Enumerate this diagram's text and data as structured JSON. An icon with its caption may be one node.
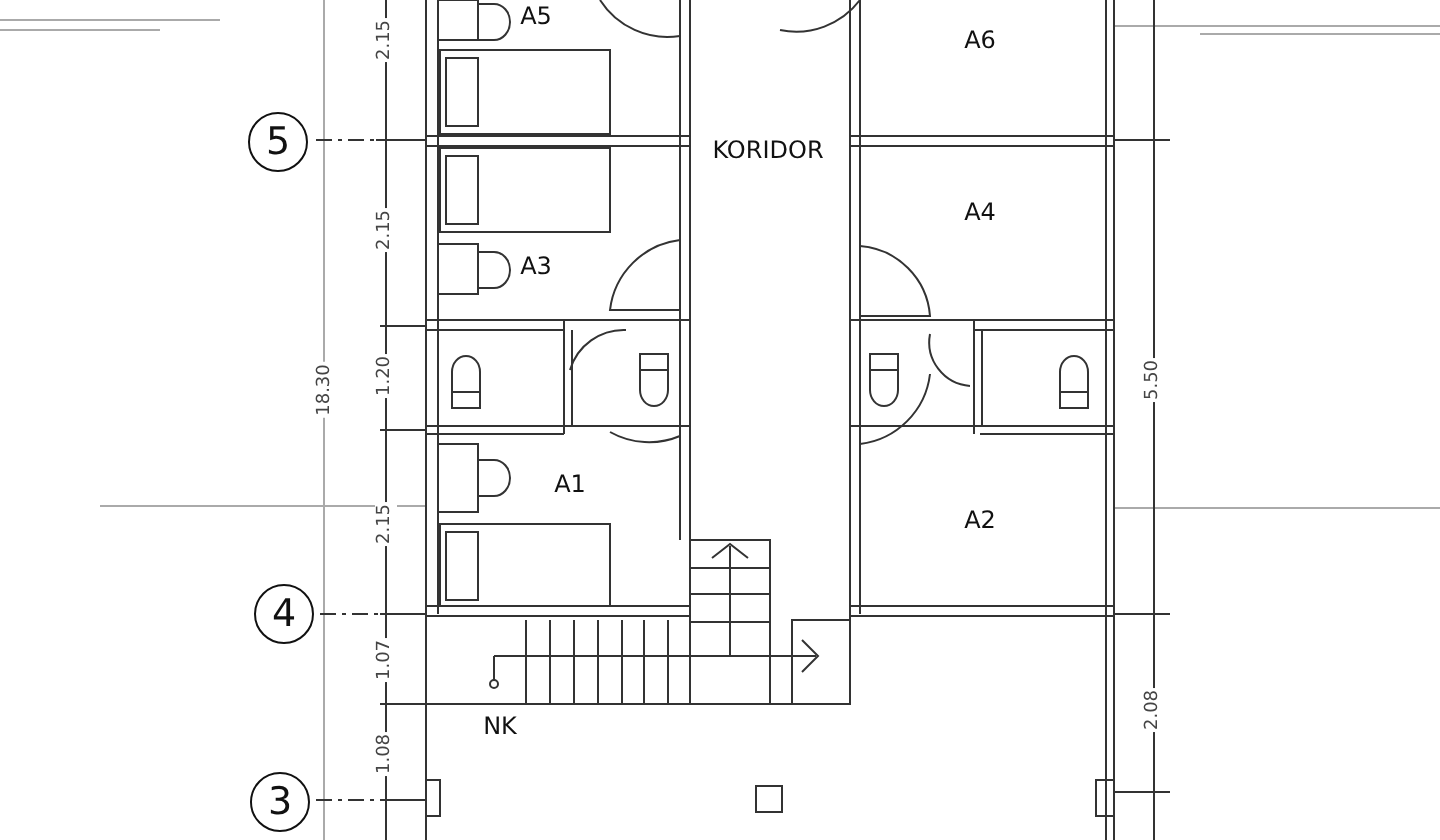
{
  "diagram": {
    "labels": [
      "A5",
      "A6",
      "2.15",
      "5",
      "KORIDOR",
      "A4",
      "2.15",
      "A3",
      "1.20",
      "18.30",
      "5.50",
      "2.15",
      "A1",
      "A2",
      "4",
      "1.07",
      "NK",
      "2.08",
      "1.08",
      "3"
    ]
  }
}
